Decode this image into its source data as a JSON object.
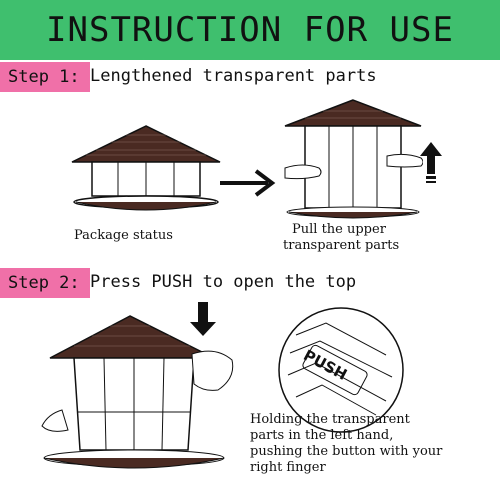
{
  "banner": {
    "title": "INSTRUCTION FOR USE"
  },
  "steps": [
    {
      "label": "Step 1:",
      "text": "Lengthened transparent parts",
      "color": "#f070a8"
    },
    {
      "label": "Step 2:",
      "text": "Press PUSH to open the top",
      "color": "#f070a8"
    }
  ],
  "captions": {
    "package": "Package status",
    "pull_line1": "Pull the upper",
    "pull_line2": "transparent parts",
    "hold_line1": "Holding the transparent",
    "hold_line2": "parts in the left hand,",
    "hold_line3": "pushing the button with your",
    "hold_line4": "right finger"
  },
  "button_label": "PUSH",
  "colors": {
    "banner": "#3fbf6e",
    "badge": "#f070a8",
    "roof": "#4a2a22"
  }
}
